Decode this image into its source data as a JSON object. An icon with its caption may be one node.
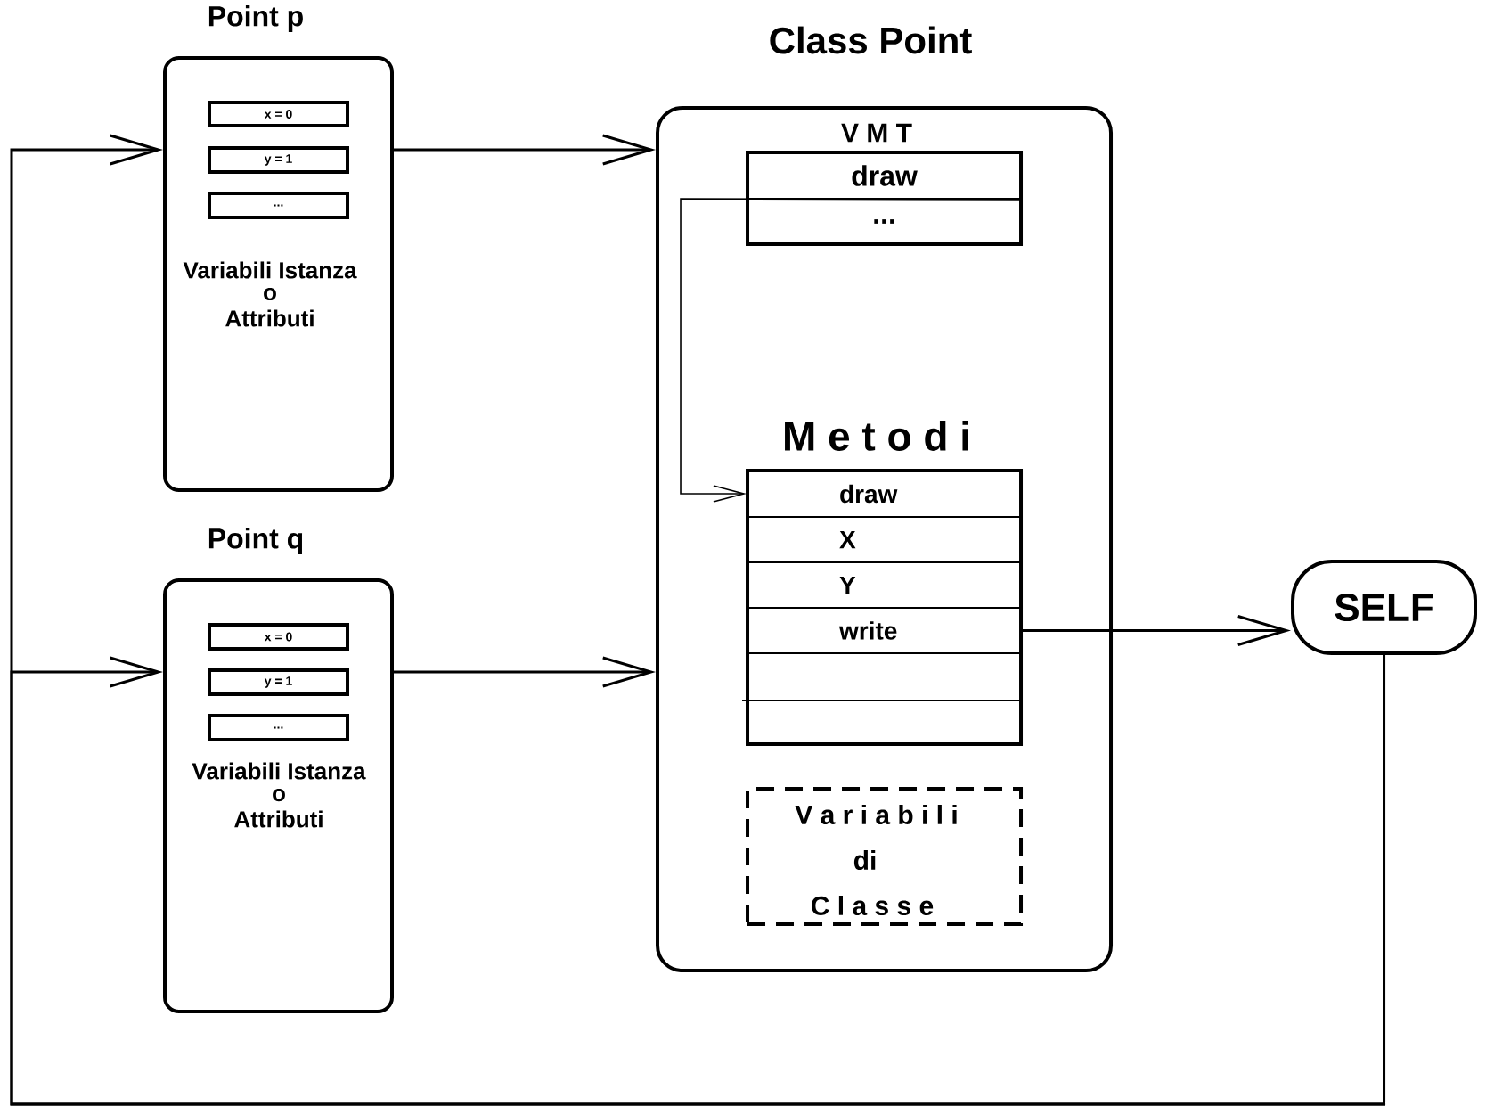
{
  "diagram": {
    "nodes": [
      {
        "text": [
          "Point p",
          "Variabili Istanza",
          "o",
          "Attributi"
        ]
      },
      {
        "text": [
          "x = 0"
        ],
        "in": 0
      },
      {
        "text": [
          "y = 1"
        ],
        "in": 0
      },
      {
        "text": [
          "..."
        ],
        "in": 0
      },
      {
        "text": [
          "Point q",
          "Variabili Istanza",
          "o",
          "Attributi"
        ]
      },
      {
        "text": [
          "x = 0"
        ],
        "in": 4
      },
      {
        "text": [
          "y = 1"
        ],
        "in": 4
      },
      {
        "text": [
          "..."
        ],
        "in": 4
      },
      {
        "text": [
          "Class Point"
        ]
      },
      {
        "text": [
          "V M T"
        ],
        "in": 8
      },
      {
        "text": [
          "draw"
        ],
        "in": 9
      },
      {
        "text": [
          "..."
        ],
        "in": 9
      },
      {
        "text": [
          "M e t o d i"
        ],
        "in": 8
      },
      {
        "text": [
          "draw"
        ],
        "in": 12
      },
      {
        "text": [
          "X"
        ],
        "in": 12
      },
      {
        "text": [
          "Y"
        ],
        "in": 12
      },
      {
        "text": [
          "write"
        ],
        "in": 12
      },
      {
        "text": [],
        "shape": "box",
        "in": 12
      },
      {
        "text": [],
        "shape": "box",
        "in": 12
      },
      {
        "text": [
          "V a r i a b i l i",
          "di",
          "C l a s s e"
        ],
        "in": 8
      },
      {
        "text": [
          "SELF"
        ]
      }
    ],
    "edges": [
      {
        "from": 20,
        "to": 0,
        "arrow": "to"
      },
      {
        "from": 20,
        "to": 4,
        "arrow": "to"
      },
      {
        "from": 0,
        "to": 8,
        "arrow": "to"
      },
      {
        "from": 4,
        "to": 8,
        "arrow": "to"
      },
      {
        "from": 10,
        "to": 13,
        "arrow": "to"
      },
      {
        "from": 16,
        "to": 20,
        "arrow": "to"
      }
    ]
  }
}
